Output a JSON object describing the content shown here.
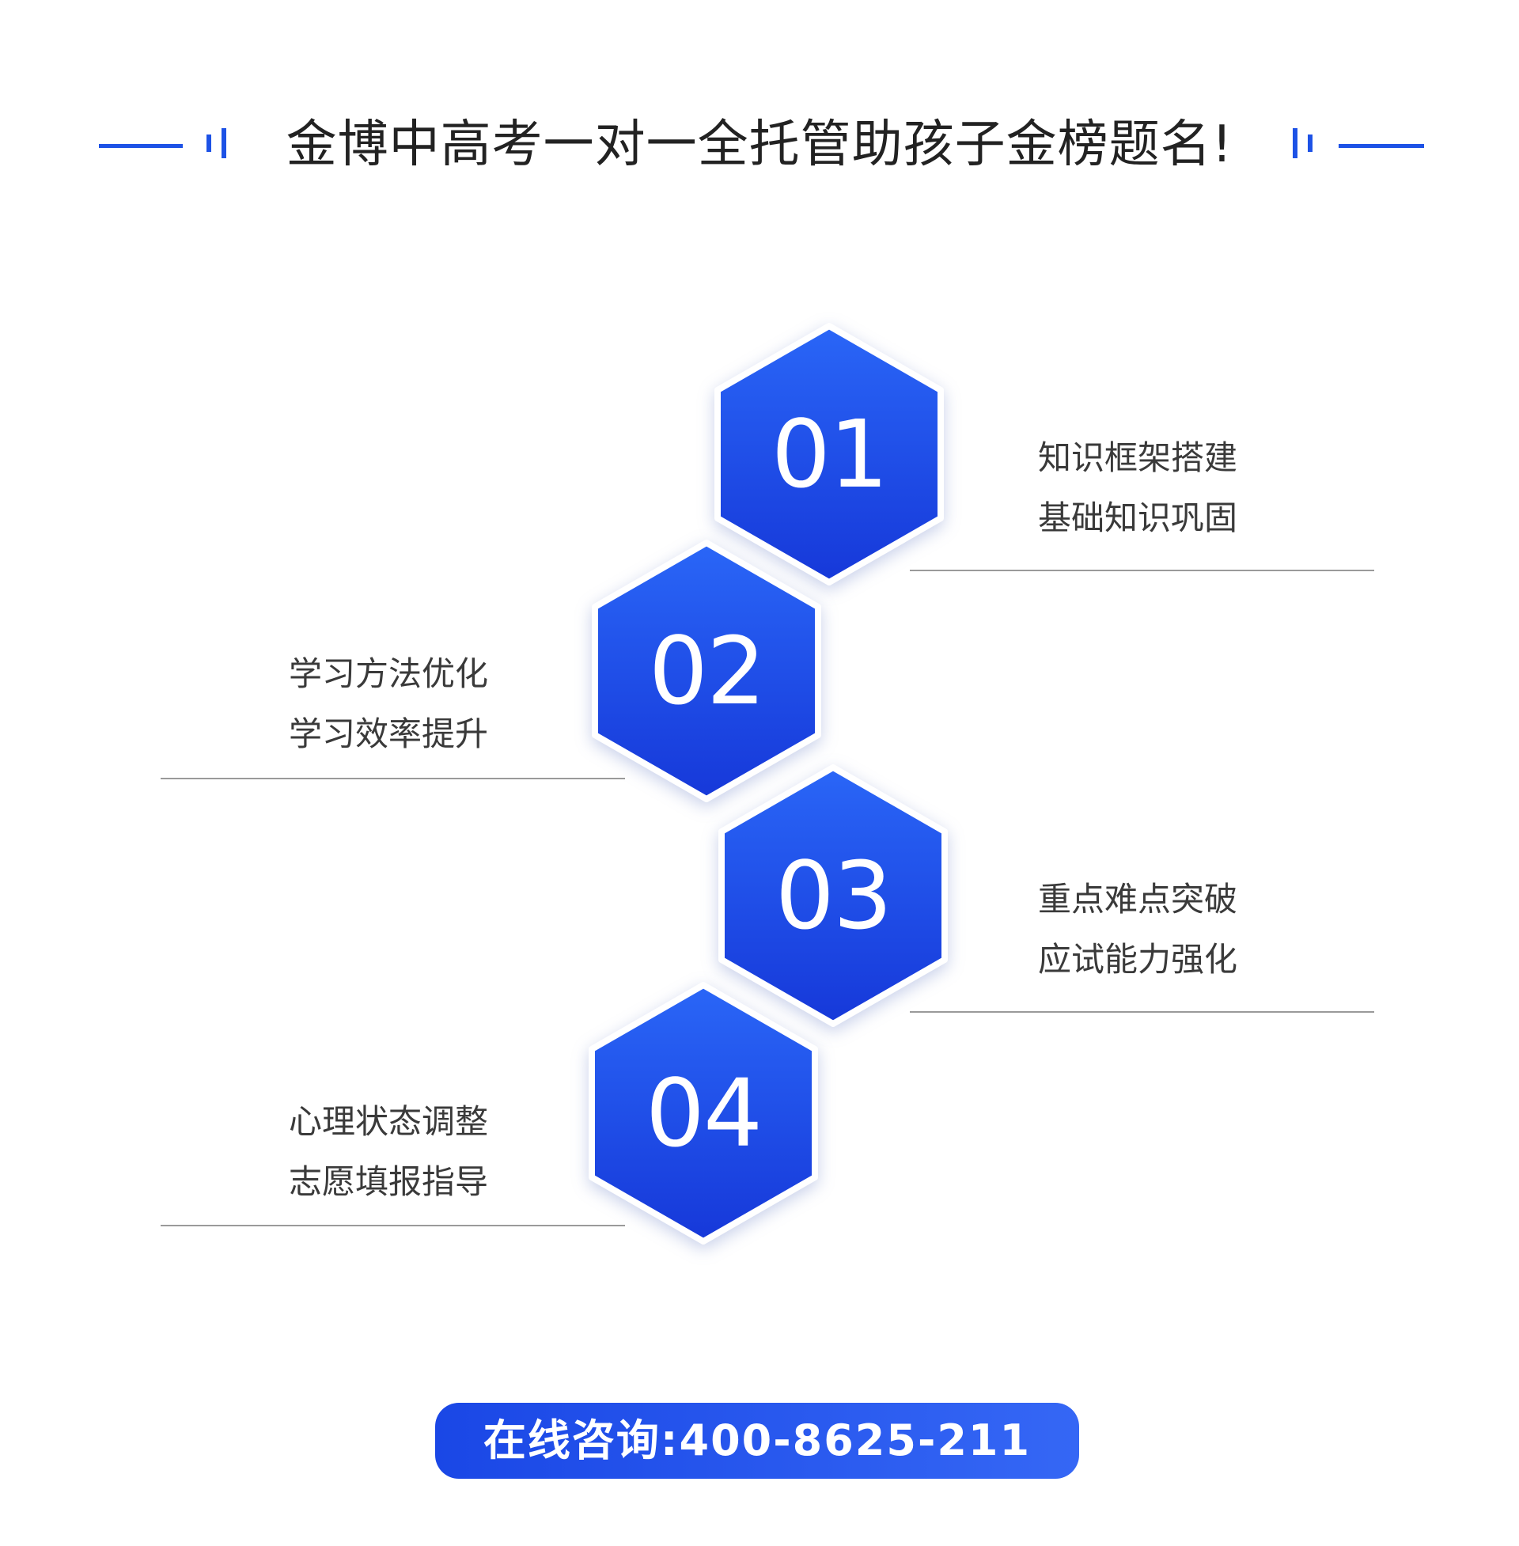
{
  "header": {
    "title": "金博中高考一对一全托管助孩子金榜题名!"
  },
  "steps": [
    {
      "number": "01",
      "line1": "知识框架搭建",
      "line2": "基础知识巩固"
    },
    {
      "number": "02",
      "line1": "学习方法优化",
      "line2": "学习效率提升"
    },
    {
      "number": "03",
      "line1": "重点难点突破",
      "line2": "应试能力强化"
    },
    {
      "number": "04",
      "line1": "心理状态调整",
      "line2": "志愿填报指导"
    }
  ],
  "contact": {
    "label": "在线咨询:400-8625-211"
  },
  "colors": {
    "accent": "#1d52e6",
    "hex_gradient_top": "#2a66f7",
    "hex_gradient_bottom": "#1638d9",
    "text": "#3a3a3a"
  }
}
